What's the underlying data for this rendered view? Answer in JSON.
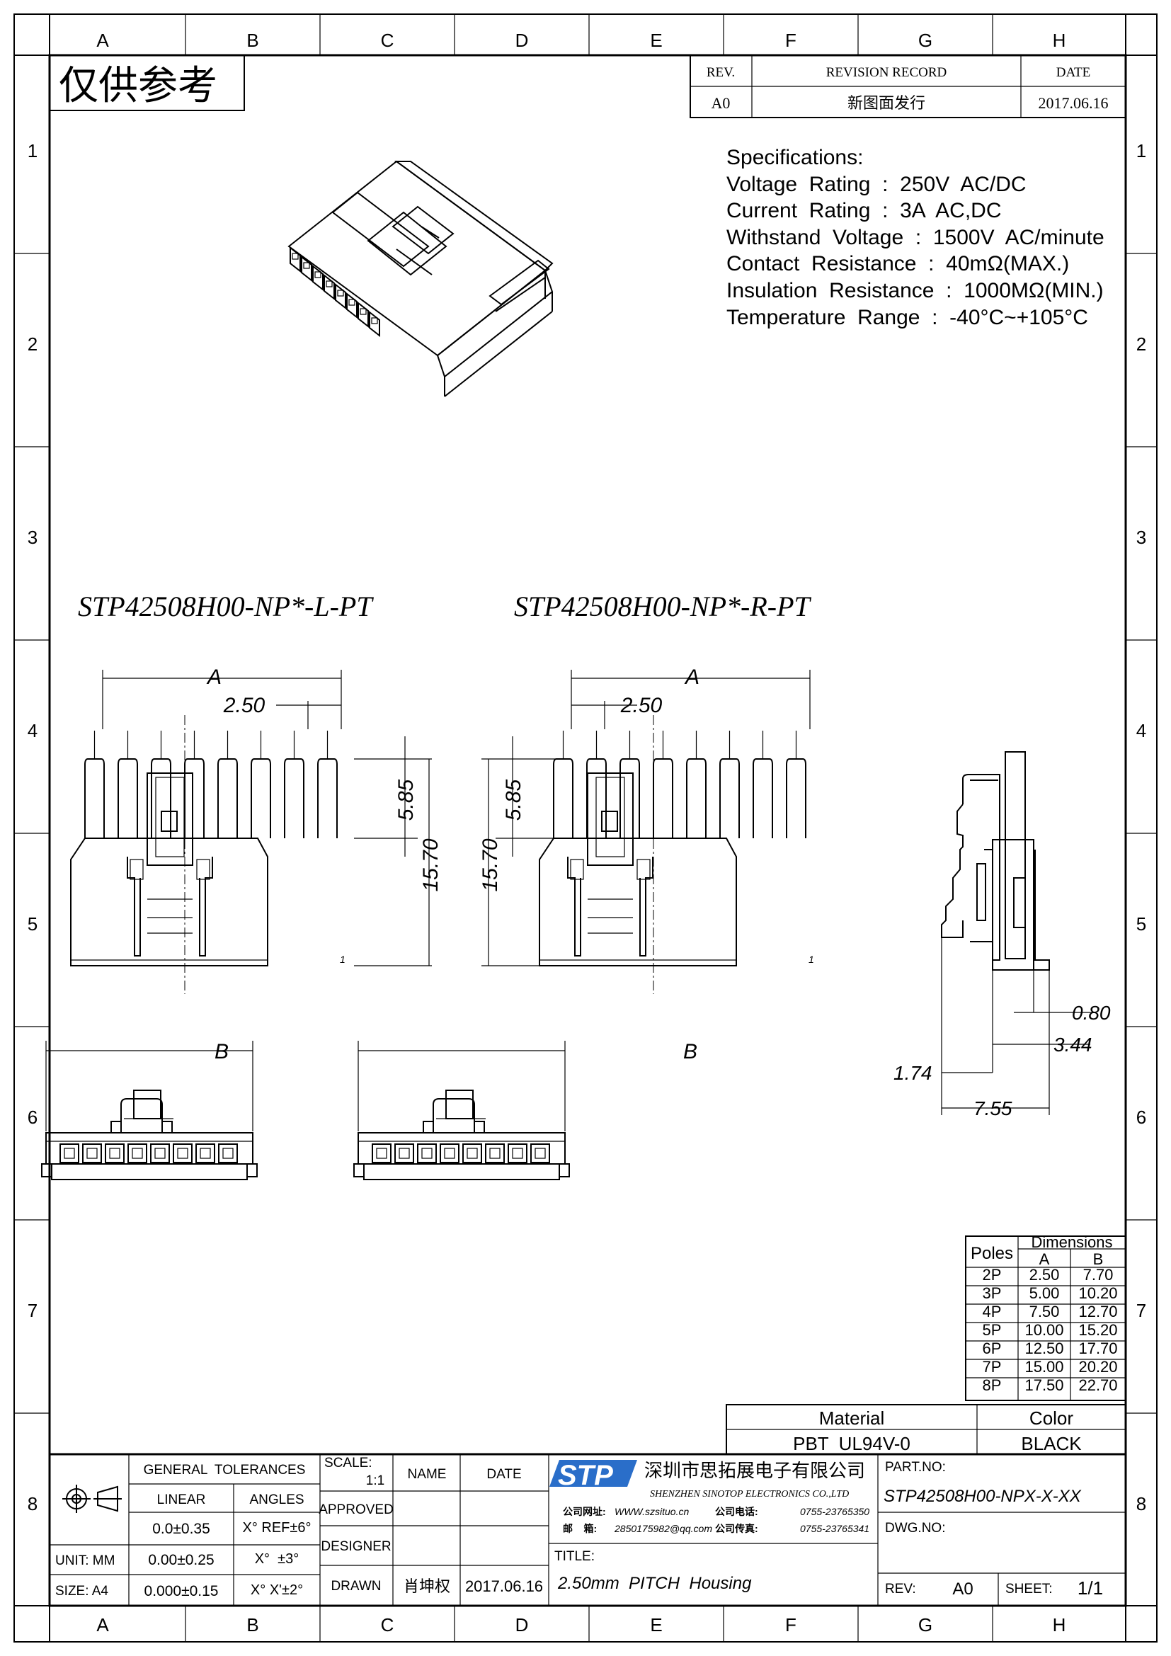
{
  "zones": {
    "columns": [
      "A",
      "B",
      "C",
      "D",
      "E",
      "F",
      "G",
      "H"
    ],
    "rows": [
      "1",
      "2",
      "3",
      "4",
      "5",
      "6",
      "7",
      "8"
    ]
  },
  "stamp": "仅供参考",
  "revision": {
    "headers": {
      "rev": "REV.",
      "record": "REVISION RECORD",
      "date": "DATE"
    },
    "rows": [
      {
        "rev": "A0",
        "record": "新图面发行",
        "date": "2017.06.16"
      }
    ]
  },
  "specs": {
    "title": "Specifications:",
    "lines": [
      "Voltage  Rating  :  250V  AC/DC",
      "Current  Rating  :  3A  AC,DC",
      "Withstand  Voltage  :  1500V  AC/minute",
      "Contact  Resistance  :  40mΩ(MAX.)",
      "Insulation  Resistance  :  1000MΩ(MIN.)",
      "Temperature  Range  :  -40°C~+105°C"
    ]
  },
  "views": {
    "left_title": "STP42508H00-NP*-L-PT",
    "right_title": "STP42508H00-NP*-R-PT",
    "dim_A": "A",
    "dim_B": "B",
    "pitch": "2.50",
    "pin_height": "5.85",
    "total_height": "15.70",
    "pin1_mark": "1",
    "side_dims": {
      "d080": "0.80",
      "d344": "3.44",
      "d174": "1.74",
      "d755": "7.55"
    }
  },
  "dimension_table": {
    "pole_header": "Poles",
    "dim_header": "Dimensions",
    "col_a": "A",
    "col_b": "B",
    "rows": [
      {
        "p": "2P",
        "a": "2.50",
        "b": "7.70"
      },
      {
        "p": "3P",
        "a": "5.00",
        "b": "10.20"
      },
      {
        "p": "4P",
        "a": "7.50",
        "b": "12.70"
      },
      {
        "p": "5P",
        "a": "10.00",
        "b": "15.20"
      },
      {
        "p": "6P",
        "a": "12.50",
        "b": "17.70"
      },
      {
        "p": "7P",
        "a": "15.00",
        "b": "20.20"
      },
      {
        "p": "8P",
        "a": "17.50",
        "b": "22.70"
      }
    ]
  },
  "material": {
    "material_header": "Material",
    "color_header": "Color",
    "material": "PBT  UL94V-0",
    "color": "BLACK"
  },
  "title_block": {
    "general_tolerances": "GENERAL  TOLERANCES",
    "linear": "LINEAR",
    "angles": "ANGLES",
    "unit": "UNIT: MM",
    "size": "SIZE: A4",
    "tol_rows": [
      {
        "lin": "0.0±0.35",
        "ang": "X° REF±6°"
      },
      {
        "lin": "0.00±0.25",
        "ang": "X°  ±3°"
      },
      {
        "lin": "0.000±0.15",
        "ang": "X° X'±2°"
      }
    ],
    "scale_label": "SCALE:",
    "scale_value": "1:1",
    "name_label": "NAME",
    "date_label": "DATE",
    "approved": "APPROVED",
    "designer": "DESIGNER",
    "drawn": "DRAWN",
    "drawn_name": "肖坤权",
    "drawn_date": "2017.06.16",
    "logo": "STP",
    "company_cn": "深圳市思拓展电子有限公司",
    "company_en": "SHENZHEN SINOTOP ELECTRONICS CO.,LTD",
    "web_label": "公司网址:",
    "web": "WWW.szsituo.cn",
    "phone_label": "公司电话:",
    "phone": "0755-23765350",
    "mail_label": "邮    箱:",
    "mail": "2850175982@qq.com",
    "fax_label": "公司传真:",
    "fax": "0755-23765341",
    "title_label": "TITLE:",
    "title": "2.50mm  PITCH  Housing",
    "part_no_label": "PART.NO:",
    "part_no": "STP42508H00-NPX-X-XX",
    "dwg_no_label": "DWG.NO:",
    "rev_label": "REV:",
    "rev": "A0",
    "sheet_label": "SHEET:",
    "sheet": "1/1"
  }
}
